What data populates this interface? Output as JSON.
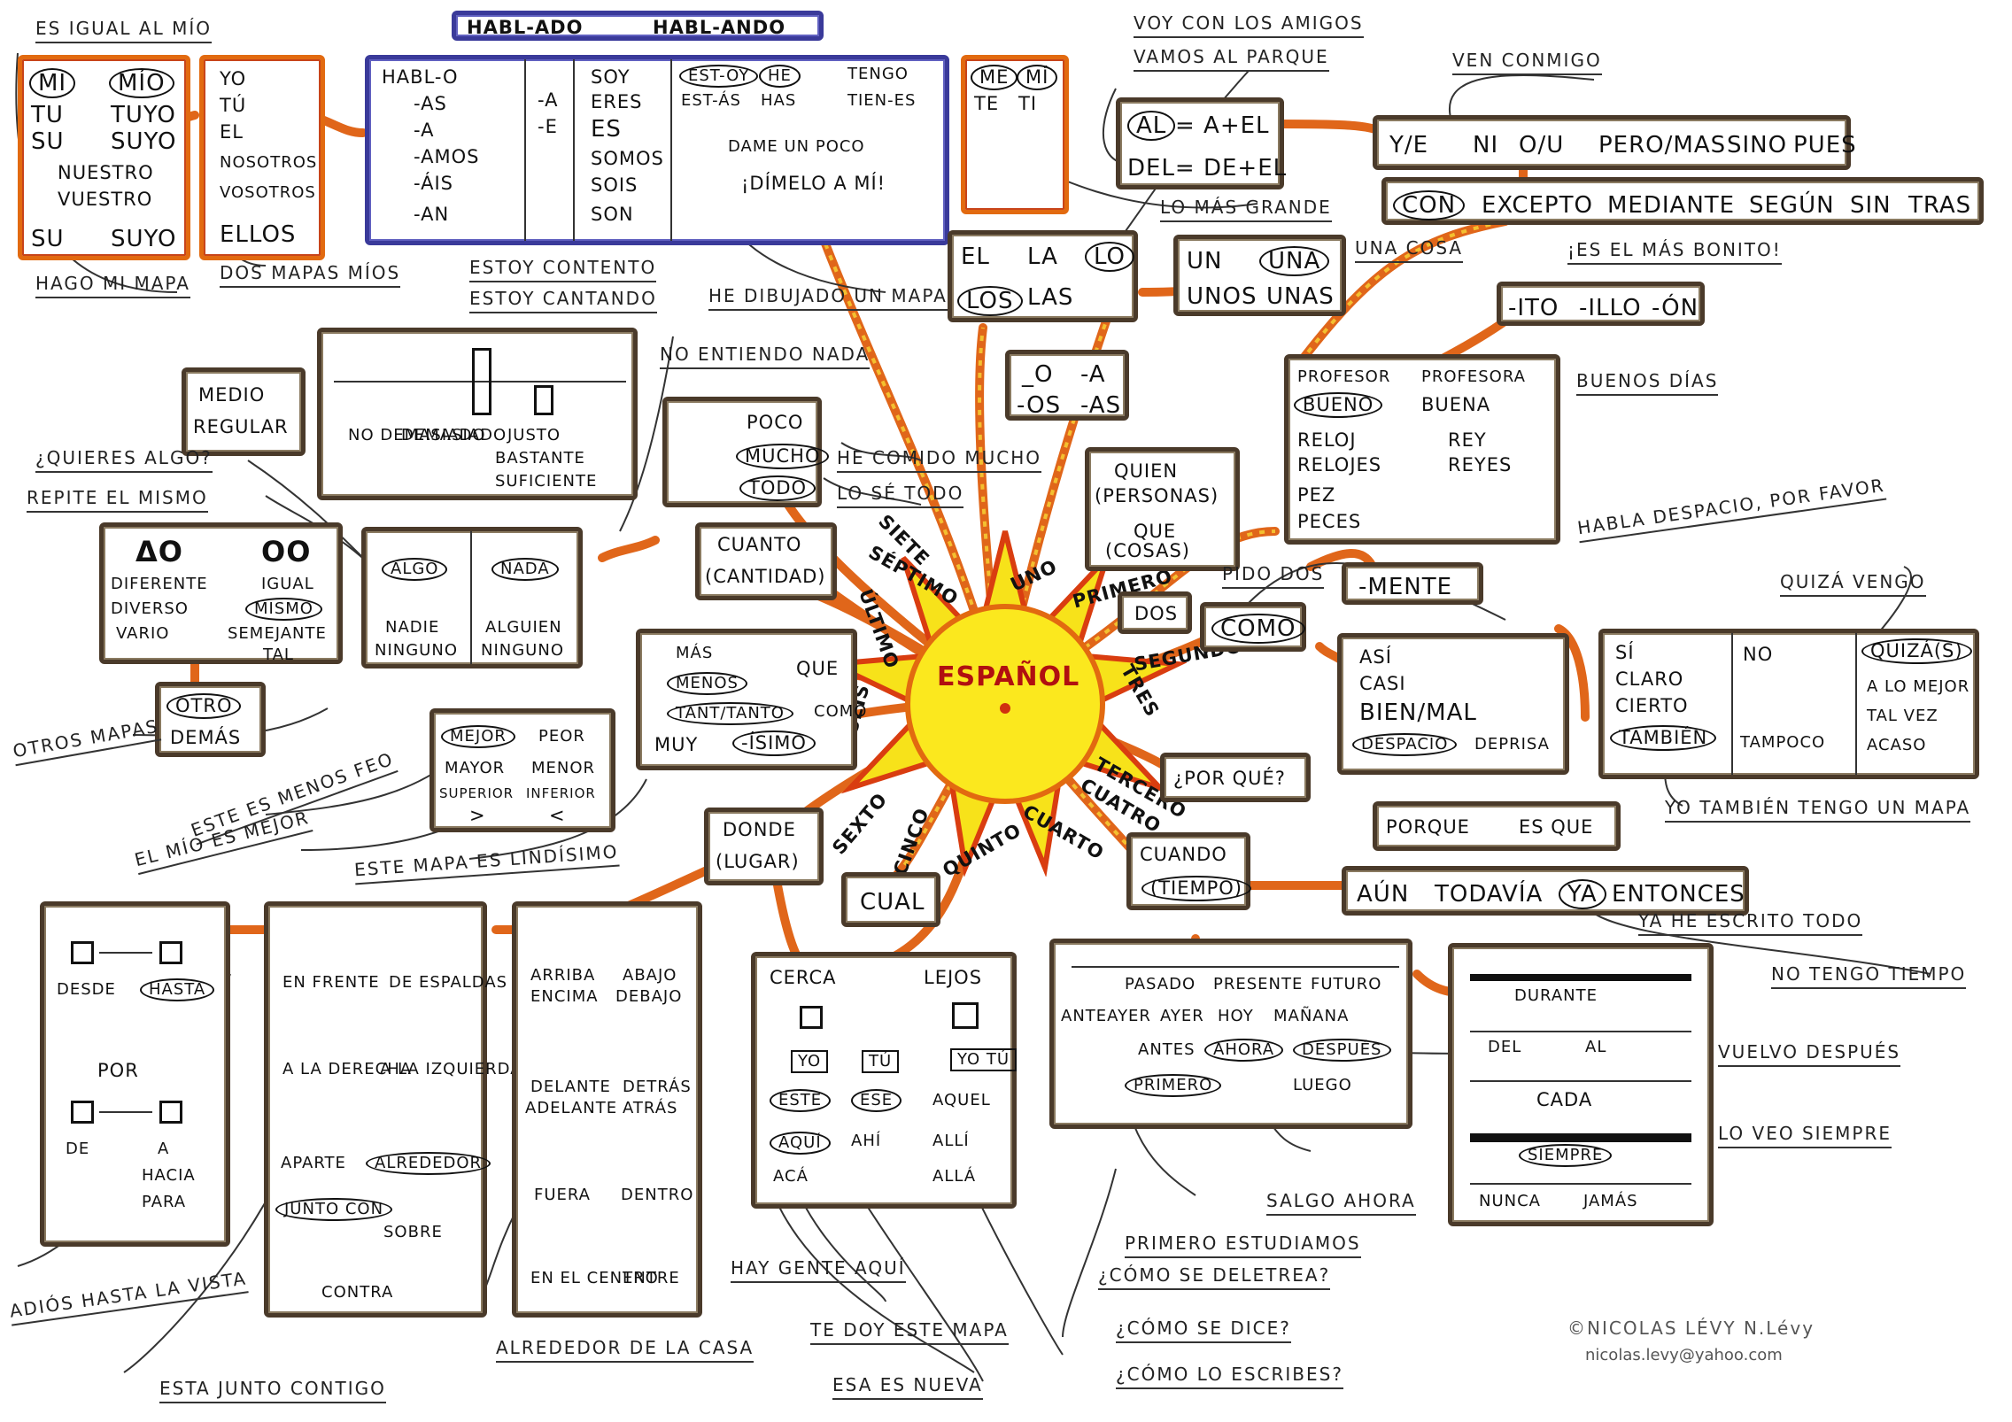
{
  "center": {
    "label": "ESPAÑOL"
  },
  "ordinals": [
    "UNO",
    "PRIMERO",
    "DOS",
    "SEGUNDO",
    "TRES",
    "TERCERO",
    "CUATRO",
    "CUARTO",
    "QUINTO",
    "CINCO",
    "SEXTO",
    "SEIS",
    "ÚLTIMO",
    "SIETE",
    "SÉPTIMO"
  ],
  "header_box": {
    "habl_ado": "HABL-ADO",
    "habl_ando": "HABL-ANDO"
  },
  "possessives": {
    "mi": "MI",
    "tu": "TU",
    "su": "SU",
    "mio": "MÍO",
    "tuyo": "TUYO",
    "suyo": "SUYO",
    "nuestro": "NUESTRO",
    "vuestro": "VUESTRO",
    "su2": "SU",
    "suyo2": "SUYO"
  },
  "pronouns": [
    "YO",
    "TÚ",
    "EL",
    "NOSOTROS",
    "VOSOTROS",
    "ELLOS"
  ],
  "verbs": {
    "hablo": "HABL-O",
    "as": "-AS",
    "a": "-A",
    "amos": "-AMOS",
    "ais": "-ÁIS",
    "an": "-AN",
    "ea": "-A",
    "ee": "-E",
    "soy": "SOY",
    "eres": "ERES",
    "es": "ES",
    "somos": "SOMOS",
    "sois": "SOIS",
    "son": "SON",
    "esto": "EST-OY",
    "estas": "EST-ÁS",
    "he": "HE",
    "has": "HAS",
    "tengo": "TENGO",
    "tienes": "TIEN-ES",
    "dame": "DAME UN POCO",
    "dimelo": "¡DÍMELO A MÍ!"
  },
  "me_te": {
    "me": "ME",
    "mi": "MÍ",
    "te": "TE",
    "ti": "TI"
  },
  "al_del": {
    "al": "AL",
    "al_eq": "= A+EL",
    "del": "DEL= DE+EL"
  },
  "conj1": [
    "Y/E",
    "NI",
    "O/U",
    "PERO/MAS",
    "SINO",
    "PUES"
  ],
  "conj2": [
    "CON",
    "EXCEPTO",
    "MEDIANTE",
    "SEGÚN",
    "SIN",
    "TRAS"
  ],
  "articles": {
    "el": "EL",
    "la": "LA",
    "lo": "LO",
    "los": "LOS",
    "las": "LAS"
  },
  "indef": {
    "un": "UN",
    "una": "UNA",
    "unos": "UNOS",
    "unas": "UNAS"
  },
  "suffix": [
    "-ITO",
    "-ILLO",
    "-ÓN"
  ],
  "gender": {
    "o": "_O",
    "a": "-A",
    "os": "-OS",
    "as": "-AS"
  },
  "nouns": [
    "PROFESOR",
    "PROFESORA",
    "BUENO",
    "BUENA",
    "RELOJ",
    "REY",
    "RELOJES",
    "REYES",
    "PEZ",
    "PECES"
  ],
  "quien": [
    "QUIEN",
    "(PERSONAS)",
    "QUE",
    "(COSAS)"
  ],
  "mente": "-MENTE",
  "como": "COMO",
  "manner": [
    "ASÍ",
    "CASI",
    "BIEN/MAL",
    "DESPACIO",
    "DEPRISA"
  ],
  "affirm": {
    "si": "SÍ",
    "claro": "CLARO",
    "cierto": "CIERTO",
    "tambien": "TAMBIÉN",
    "no": "NO",
    "tampoco": "TAMPOCO",
    "quiza": "QUIZÁ(S)",
    "alomejor": "A LO MEJOR",
    "talvez": "TAL VEZ",
    "acaso": "ACASO"
  },
  "porque": [
    "¿POR QUÉ?",
    "PORQUE",
    "ES QUE"
  ],
  "cuando": [
    "CUANDO",
    "(TIEMPO)"
  ],
  "time_adv": [
    "AÚN",
    "TODAVÍA",
    "YA",
    "ENTONCES"
  ],
  "timeline": [
    "PASADO",
    "PRESENTE",
    "FUTURO",
    "ANTEAYER",
    "AYER",
    "HOY",
    "MAÑANA",
    "ANTES",
    "AHORA",
    "DESPUÉS",
    "PRIMERO",
    "LUEGO"
  ],
  "duration": [
    "DURANTE",
    "DEL",
    "AL",
    "CADA",
    "SIEMPRE",
    "NUNCA",
    "JAMÁS"
  ],
  "cual": "CUAL",
  "donde": [
    "DONDE",
    "(LUGAR)"
  ],
  "near_far": [
    "CERCA",
    "LEJOS",
    "YO",
    "TÚ",
    "YO TÚ",
    "ESTE",
    "ESE",
    "AQUEL",
    "AQUÍ",
    "AHÍ",
    "ALLÍ",
    "ACÁ",
    "ALLÁ"
  ],
  "prep1": [
    "DESDE",
    "HASTA",
    "POR",
    "DE",
    "A",
    "HACIA",
    "PARA"
  ],
  "prep2": [
    "EN FRENTE",
    "DE ESPALDAS",
    "A LA DERECHA",
    "A LA IZQUIERDA",
    "APARTE",
    "ALREDEDOR",
    "JUNTO CON",
    "SOBRE",
    "CONTRA"
  ],
  "prep3": [
    "ARRIBA",
    "ENCIMA",
    "ABAJO",
    "DEBAJO",
    "DELANTE",
    "ADELANTE",
    "DETRÁS",
    "ATRÁS",
    "FUERA",
    "DENTRO",
    "EN EL CENTRO",
    "ENTRE"
  ],
  "cuanto": [
    "CUANTO",
    "(CANTIDAD)"
  ],
  "poco": [
    "POCO",
    "MUCHO",
    "TODO"
  ],
  "medio": [
    "MEDIO",
    "REGULAR"
  ],
  "demasiado": [
    "NO DEMASIADO",
    "DEMASIADO",
    "JUSTO",
    "BASTANTE",
    "SUFICIENTE"
  ],
  "algo": [
    "ALGO",
    "NADA",
    "NADIE",
    "ALGUIEN",
    "NINGUNO",
    "NINGUNO"
  ],
  "diff": [
    "DIFERENTE",
    "DIVERSO",
    "VARIO",
    "IGUAL",
    "MISMO",
    "SEMEJANTE",
    "TAL"
  ],
  "otro": [
    "OTRO",
    "DEMÁS"
  ],
  "compar": [
    "MÁS",
    "MENOS",
    "TANT/TANTO",
    "QUE",
    "COMO",
    "MUY",
    "-ÍSIMO"
  ],
  "mejor": [
    "MEJOR",
    "PEOR",
    "MAYOR",
    "MENOR",
    "SUPERIOR",
    "INFERIOR"
  ],
  "notes": {
    "es_igual": "ES IGUAL AL MÍO",
    "hago": "HAGO MI MAPA",
    "dos_mapas": "DOS MAPAS MÍOS",
    "estoy_contento": "ESTOY CONTENTO",
    "estoy_cantando": "ESTOY CANTANDO",
    "he_dibujado": "HE DIBUJADO UN MAPA",
    "voy": "VOY CON LOS AMIGOS",
    "vamos": "VAMOS AL PARQUE",
    "ven": "VEN CONMIGO",
    "lo_mas": "LO MÁS GRANDE",
    "una_cosa": "UNA COSA",
    "es_el_mas": "¡ES EL MÁS BONITO!",
    "buenos": "BUENOS DÍAS",
    "habla": "HABLA DESPACIO, POR FAVOR",
    "pido": "PIDO DOS",
    "quiza": "QUIZÁ VENGO",
    "yo_tambien": "YO TAMBIÉN TENGO UN MAPA",
    "ya_he": "YA HE ESCRITO TODO",
    "no_tengo": "NO TENGO TIEMPO",
    "vuelvo": "VUELVO DESPUÉS",
    "lo_veo": "LO VEO SIEMPRE",
    "salgo": "SALGO AHORA",
    "primero_est": "PRIMERO ESTUDIAMOS",
    "deletrea": "¿CÓMO SE DELETREA?",
    "dice": "¿CÓMO SE DICE?",
    "escribes": "¿CÓMO LO ESCRIBES?",
    "no_entiendo": "NO ENTIENDO NADA",
    "comido": "HE COMIDO MUCHO",
    "lo_se": "LO SÉ TODO",
    "quieres": "¿QUIERES ALGO?",
    "repite": "REPITE EL MISMO",
    "otros": "OTROS MAPAS",
    "menos_feo": "ESTE ES MENOS FEO",
    "mio_mejor": "EL MÍO ES MEJOR",
    "lindisimo": "ESTE MAPA ES LINDÍSIMO",
    "adios": "ADIÓS HASTA LA VISTA",
    "junto": "ESTA JUNTO CONTIGO",
    "alrededor": "ALREDEDOR DE LA CASA",
    "hay_gente": "HAY GENTE AQUÍ",
    "te_doy": "TE DOY ESTE MAPA",
    "esa_es": "ESA ES NUEVA"
  },
  "credit": {
    "author": "©NICOLAS LÉVY N.Lévy",
    "email": "nicolas.levy@yahoo.com"
  }
}
